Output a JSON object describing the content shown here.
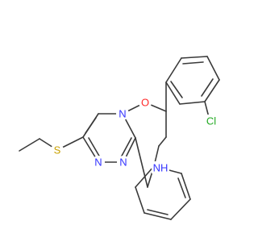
{
  "molecule": {
    "atoms": [
      {
        "id": "n4",
        "symbol": "N",
        "color": "#3333ff"
      },
      {
        "id": "o5",
        "symbol": "O",
        "color": "#ff2a2a"
      },
      {
        "id": "s",
        "symbol": "S",
        "color": "#c8a000"
      },
      {
        "id": "n2",
        "symbol": "N",
        "color": "#3333ff"
      },
      {
        "id": "n1",
        "symbol": "N",
        "color": "#3333ff"
      },
      {
        "id": "cl",
        "symbol": "Cl",
        "color": "#22aa22"
      },
      {
        "id": "nh7",
        "symbol": "NH",
        "color": "#3333ff"
      }
    ],
    "bond_color": "#3a3a3a"
  }
}
